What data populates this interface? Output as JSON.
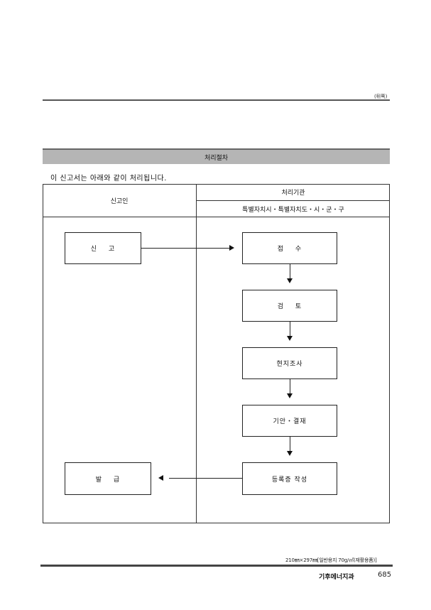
{
  "back_label": "(뒤쪽)",
  "section_title": "처리절차",
  "intro_text": "이 신고서는 아래와 같이 처리됩니다.",
  "table": {
    "col_left_header": "신고인",
    "col_right_header": "처리기관",
    "col_right_subheader": "특별자치시・특별자치도・시・군・구"
  },
  "flow": {
    "report": "신 고",
    "receipt": "접 수",
    "review": "검 토",
    "survey": "현지조사",
    "approval": "기안・결재",
    "certificate": "등록증 작성",
    "issue": "발 급"
  },
  "footer": {
    "paper_spec": "210㎜×297㎜[일반용지 70g/㎡(재활용품)]",
    "title": "기후에너지과",
    "page_number": "685"
  }
}
